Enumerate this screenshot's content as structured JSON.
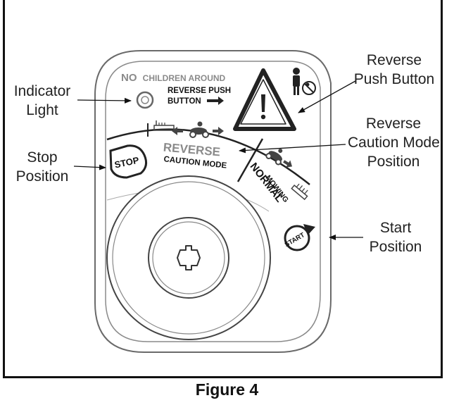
{
  "panel": {
    "warning_prefix": "NO",
    "warning_text": "CHILDREN AROUND",
    "reverse_push_button_line1": "REVERSE PUSH",
    "reverse_push_button_line2": "BUTTON",
    "stop_label": "STOP",
    "reverse_line1": "REVERSE",
    "reverse_line2": "CAUTION MODE",
    "normal_line1": "NORMAL",
    "normal_line2": "MOWING",
    "start_label": "START"
  },
  "callouts": {
    "indicator_light": [
      "Indicator",
      "Light"
    ],
    "stop_position": [
      "Stop",
      "Position"
    ],
    "reverse_push_button": [
      "Reverse",
      "Push Button"
    ],
    "reverse_caution_mode_position": [
      "Reverse",
      "Caution Mode",
      "Position"
    ],
    "start_position": [
      "Start",
      "Position"
    ]
  },
  "caption": "Figure 4"
}
